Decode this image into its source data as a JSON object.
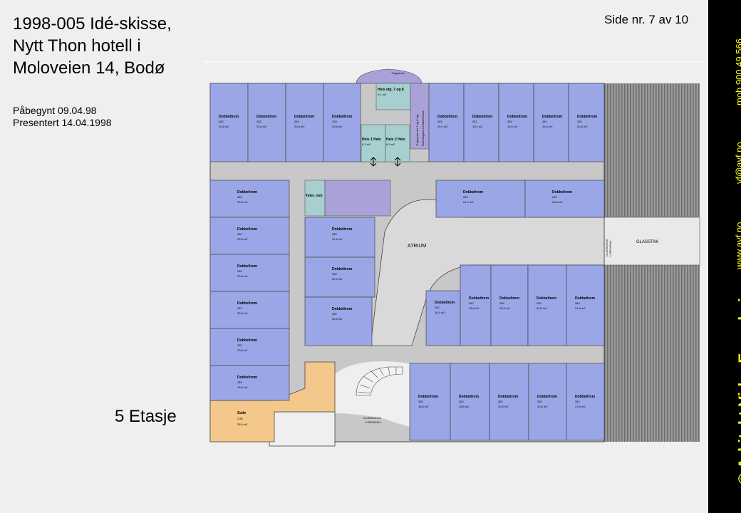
{
  "header": {
    "title": "1998-005 Idé-skisse,\nNytt Thon hotell i\nMoloveien 14, Bodø",
    "started": "Påbegynt 09.04.98",
    "presented": "Presentert 14.04.1998",
    "page": "Side nr. 7 av 10",
    "floor": "5 Etasje"
  },
  "sidebar": {
    "brand": "© Arkitekt Vidar Fagerheim",
    "website": "www.avf.no",
    "email": "vf@avf.no",
    "phone": "mob 900 49 566",
    "text_color": "#ffff00",
    "bg_color": "#000000"
  },
  "plan": {
    "atrium": "ATRIUM",
    "glasstak": "GLASSTAK",
    "trapperom": "Trapperom",
    "glassvegg_right": [
      "GLASSVEGG",
      "LYSINNFALL"
    ],
    "glassvegg_bottom": [
      "GLASSVEGG",
      "LYSINNFALL"
    ],
    "heis_top": [
      "Heis etg. 7 og 8",
      "6,1 m2"
    ],
    "heis1": [
      "Heis 1 Heis",
      "6,3 m2"
    ],
    "heis2": [
      "Heis 2 Heis",
      "6,3 m2"
    ],
    "stair_note": [
      "Trapperom for 7 og 8 etg.",
      "Romningsvei fra takterrasse"
    ],
    "teknrom": "Tekn. rom",
    "suite": [
      "Suite",
      "2 80",
      "33,6 m2"
    ],
    "rooms": [
      {
        "name": "Dobbeltrom",
        "code": "282",
        "area": "20,8 m2"
      },
      {
        "name": "Dobbeltrom",
        "code": "282",
        "area": "20,8 m2"
      },
      {
        "name": "Dobbeltrom",
        "code": "282",
        "area": "20,8 m2"
      },
      {
        "name": "Dobbeltrom",
        "code": "228",
        "area": "20,8 m2"
      },
      {
        "name": "Dobbeltrom",
        "code": "282",
        "area": "19,4 m2"
      },
      {
        "name": "Dobbeltrom",
        "code": "282",
        "area": "19,4 m2"
      },
      {
        "name": "Dobbeltrom",
        "code": "282",
        "area": "19,4 m2"
      },
      {
        "name": "Dobbeltrom",
        "code": "282",
        "area": "19,4 m2"
      },
      {
        "name": "Dobbeltrom",
        "code": "282",
        "area": "20,8 m2"
      },
      {
        "name": "Dobbeltrom",
        "code": "282",
        "area": "20,8 m2"
      },
      {
        "name": "Dobbeltrom",
        "code": "282",
        "area": "20,8 m2"
      },
      {
        "name": "Dobbeltrom",
        "code": "282",
        "area": "20,8 m2"
      },
      {
        "name": "Dobbeltrom",
        "code": "282",
        "area": "20,8 m2"
      },
      {
        "name": "Dobbeltrom",
        "code": "282",
        "area": "20,8 m2"
      },
      {
        "name": "Dobbeltrom",
        "code": "282",
        "area": "19,8 m2"
      },
      {
        "name": "Dobbeltrom",
        "code": "282",
        "area": "21,6 m2"
      },
      {
        "name": "Dobbeltrom",
        "code": "282",
        "area": "20,2 m2"
      },
      {
        "name": "Dobbeltrom",
        "code": "282",
        "area": "20,8 m2"
      },
      {
        "name": "Dobbeltrom",
        "code": "282",
        "area": "21,2 m2"
      },
      {
        "name": "Dobbeltrom",
        "code": "282",
        "area": "20,8 m2"
      },
      {
        "name": "Dobbeltrom",
        "code": "282",
        "area": "16,4 m2"
      },
      {
        "name": "Dobbeltrom",
        "code": "282",
        "area": "18,8 m2"
      },
      {
        "name": "Dobbeltrom",
        "code": "282",
        "area": "20,8 m2"
      },
      {
        "name": "Dobbeltrom",
        "code": "282",
        "area": "20,8 m2"
      },
      {
        "name": "Dobbeltrom",
        "code": "282",
        "area": "21,8 m2"
      },
      {
        "name": "Dobbeltrom",
        "code": "282",
        "area": "18,8 m2"
      },
      {
        "name": "Dobbeltrom",
        "code": "282",
        "area": "18,8 m2"
      },
      {
        "name": "Dobbeltrom",
        "code": "282",
        "area": "20,6 m2"
      },
      {
        "name": "Dobbeltrom",
        "code": "282",
        "area": "20,8 m2"
      },
      {
        "name": "Dobbeltrom",
        "code": "282",
        "area": "21,8 m2"
      }
    ],
    "colors": {
      "room": "#9aa6e6",
      "corridor": "#c8c8c8",
      "suite": "#f4c78a",
      "lift": "#a7cfd0",
      "stair": "#a9a2d8",
      "deck": "#8f8f8f"
    }
  }
}
